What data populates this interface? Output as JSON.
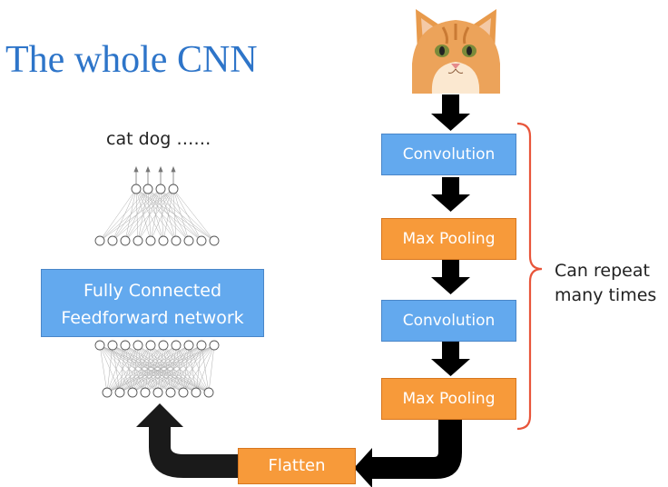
{
  "title": "The whole CNN",
  "outputs_label": "cat dog ……",
  "steps": [
    {
      "label": "Convolution",
      "kind": "convolution"
    },
    {
      "label": "Max Pooling",
      "kind": "max-pooling"
    },
    {
      "label": "Convolution",
      "kind": "convolution"
    },
    {
      "label": "Max Pooling",
      "kind": "max-pooling"
    }
  ],
  "fully_connected": {
    "line1": "Fully Connected",
    "line2": "Feedforward network"
  },
  "flatten_label": "Flatten",
  "repeat_note": {
    "line1": "Can repeat",
    "line2": "many times"
  },
  "input_image": "cat-photo",
  "colors": {
    "title": "#2E75C9",
    "convolution": "#63A9EE",
    "pooling": "#F79A3A",
    "arrow": "#000000",
    "brace": "#E8553A"
  }
}
